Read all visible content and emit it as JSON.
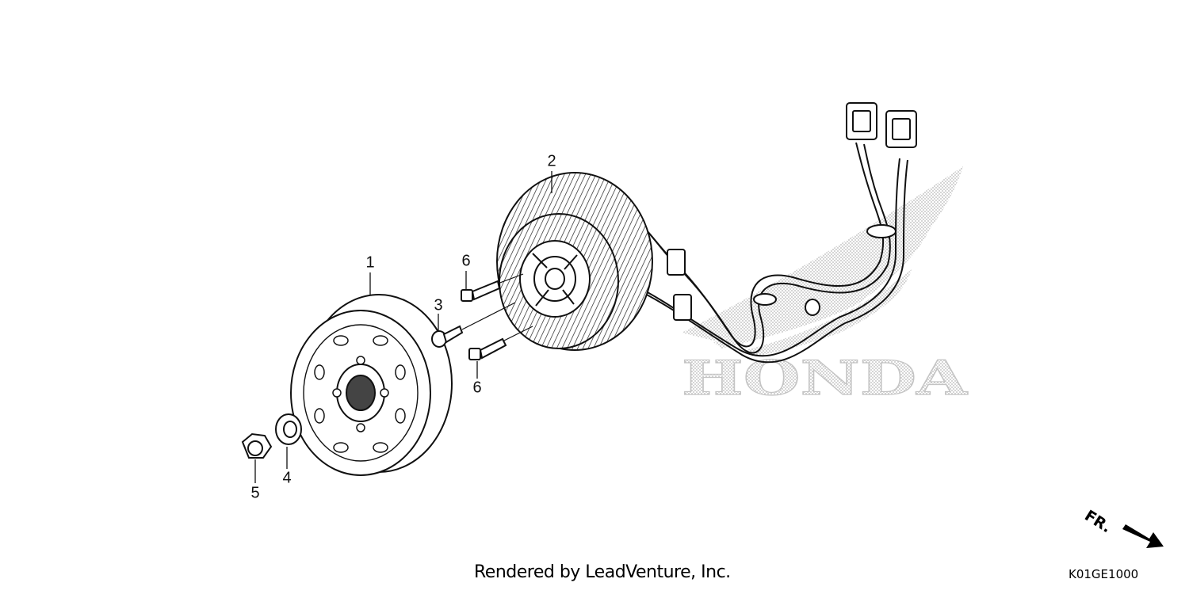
{
  "diagram": {
    "callouts": [
      {
        "id": "1",
        "label": "1"
      },
      {
        "id": "2",
        "label": "2"
      },
      {
        "id": "3",
        "label": "3"
      },
      {
        "id": "4",
        "label": "4"
      },
      {
        "id": "5",
        "label": "5"
      },
      {
        "id": "6a",
        "label": "6"
      },
      {
        "id": "6b",
        "label": "6"
      }
    ],
    "watermark": "HONDA",
    "direction_label": "FR.",
    "footer_text": "Rendered by LeadVenture, Inc.",
    "diagram_code": "K01GE1000"
  }
}
